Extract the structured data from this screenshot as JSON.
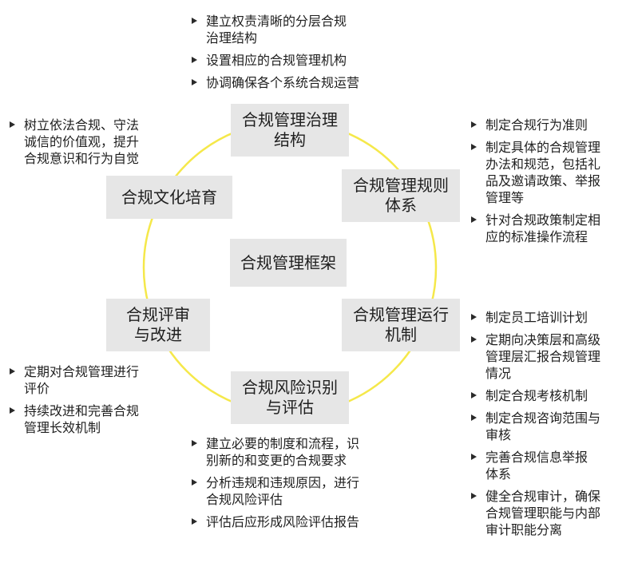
{
  "colors": {
    "ring": "#f5e84a",
    "box": "#e6e6e6",
    "text": "#1f1f1f"
  },
  "center": {
    "label": "合规管理框架"
  },
  "nodes": {
    "governance": "合规管理治理\n结构",
    "rules": "合规管理规则\n体系",
    "operation": "合规管理运行\n机制",
    "risk": "合规风险识别\n与评估",
    "review": "合规评审\n与改进",
    "culture": "合规文化培育"
  },
  "lists": {
    "governance": [
      "建立权责清晰的分层合规\n治理结构",
      "设置相应的合规管理机构",
      "协调确保各个系统合规运营"
    ],
    "culture": [
      "树立依法合规、守法\n诚信的价值观，提升\n合规意识和行为自觉"
    ],
    "rules": [
      "制定合规行为准则",
      "制定具体的合规管理\n办法和规范，包括礼\n品及邀请政策、举报\n管理等",
      "针对合规政策制定相\n应的标准操作流程"
    ],
    "operation": [
      "制定员工培训计划",
      "定期向决策层和高级\n管理层汇报合规管理\n情况",
      "制定合规考核机制",
      "制定合规咨询范围与\n审核",
      "完善合规信息举报\n体系",
      "健全合规审计，确保\n合规管理职能与内部\n审计职能分离"
    ],
    "review": [
      "定期对合规管理进行\n评价",
      "持续改进和完善合规\n管理长效机制"
    ],
    "risk": [
      "建立必要的制度和流程，识\n别新的和变更的合规要求",
      "分析违规和违规原因，进行\n合规风险评估",
      "评估后应形成风险评估报告"
    ]
  }
}
